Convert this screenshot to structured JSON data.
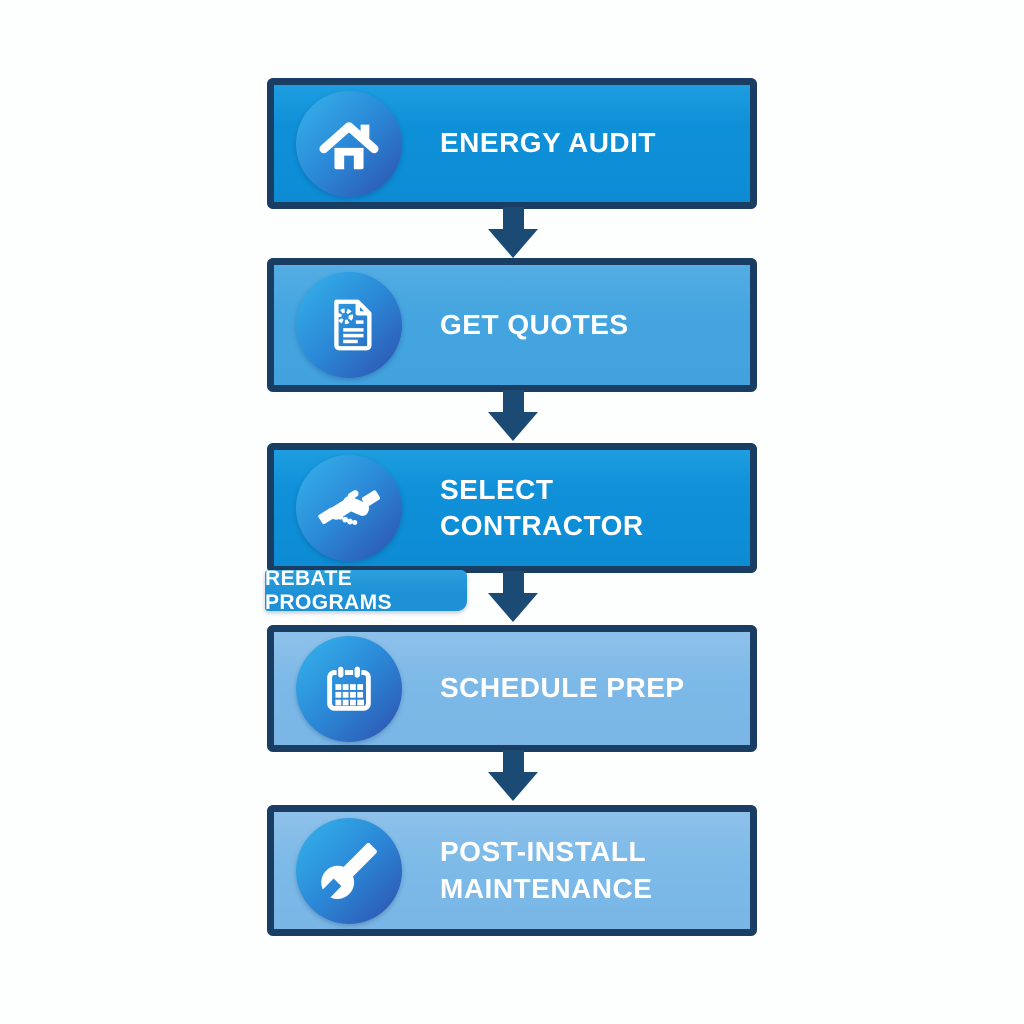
{
  "diagram": {
    "type": "vertical-flowchart",
    "steps": [
      {
        "label": "ENERGY AUDIT",
        "icon": "house-icon"
      },
      {
        "label": "GET QUOTES",
        "icon": "quote-document-icon"
      },
      {
        "label": "SELECT CONTRACTOR",
        "icon": "handshake-icon"
      },
      {
        "label": "SCHEDULE PREP",
        "icon": "calendar-icon"
      },
      {
        "label": "POST-INSTALL MAINTENANCE",
        "icon": "wrench-icon"
      }
    ],
    "badge": {
      "label": "REBATE PROGRAMS"
    },
    "colors": {
      "step_bright_blue": "#0e90d8",
      "step_medium_blue": "#45a5e0",
      "step_light_blue": "#7db9e7",
      "box_border": "#1a3e63",
      "arrow": "#1b4a74",
      "badge_fill": "#1e90d5",
      "icon_circle_gradient_start": "#36b4ea",
      "icon_circle_gradient_end": "#2e50ae",
      "text": "#ffffff",
      "background": "#fdfefe"
    }
  }
}
